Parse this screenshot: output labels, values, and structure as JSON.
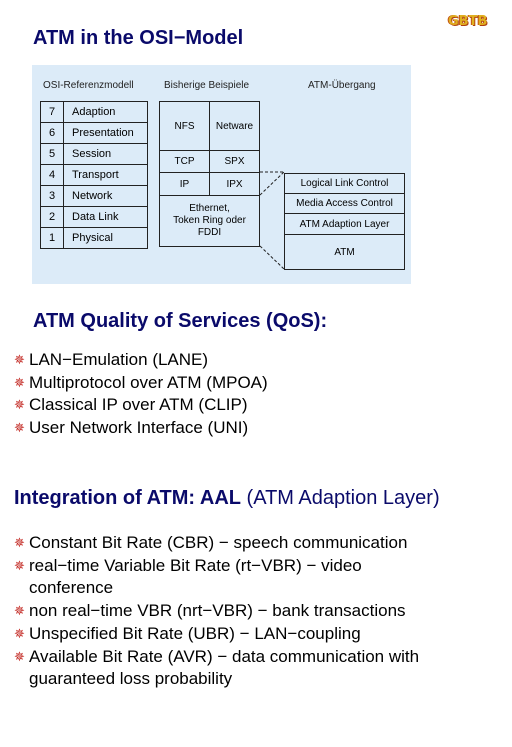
{
  "logo": "GBTB",
  "section1_title": "ATM in the OSI−Model",
  "diagram": {
    "col_osi": "OSI-Referenzmodell",
    "col_examples": "Bisherige Beispiele",
    "col_atm": "ATM-Übergang",
    "osi_layers": [
      {
        "num": "7",
        "name": "Adaption"
      },
      {
        "num": "6",
        "name": "Presentation"
      },
      {
        "num": "5",
        "name": "Session"
      },
      {
        "num": "4",
        "name": "Transport"
      },
      {
        "num": "3",
        "name": "Network"
      },
      {
        "num": "2",
        "name": "Data Link"
      },
      {
        "num": "1",
        "name": "Physical"
      }
    ],
    "examples": {
      "nfs": "NFS",
      "netware": "Netware",
      "tcp": "TCP",
      "spx": "SPX",
      "ip": "IP",
      "ipx": "IPX",
      "ethernet": "Ethernet,\nToken Ring oder\nFDDI"
    },
    "atm_stack": [
      "Logical Link Control",
      "Media Access Control",
      "ATM Adaption Layer",
      "ATM"
    ]
  },
  "section2_title": "ATM Quality of Services (QoS):",
  "qos_items": [
    "LAN−Emulation (LANE)",
    "Multiprotocol over ATM (MPOA)",
    "Classical IP over ATM (CLIP)",
    "User Network Interface (UNI)"
  ],
  "section3_title_bold": "Integration of ATM: AAL",
  "section3_title_normal": " (ATM Adaption Layer)",
  "aal_items": [
    "Constant Bit Rate (CBR) − speech communication",
    "real−time Variable Bit Rate (rt−VBR) − video conference",
    "non real−time VBR (nrt−VBR) − bank transactions",
    "Unspecified Bit Rate (UBR) − LAN−coupling",
    "Available Bit Rate (AVR) − data communication with guaranteed loss probability"
  ],
  "colors": {
    "title": "#0a0a6a",
    "bullet": "#c0201a",
    "diagram_bg": "#dcebf8"
  },
  "bullet_icon": "star-bullet-icon"
}
